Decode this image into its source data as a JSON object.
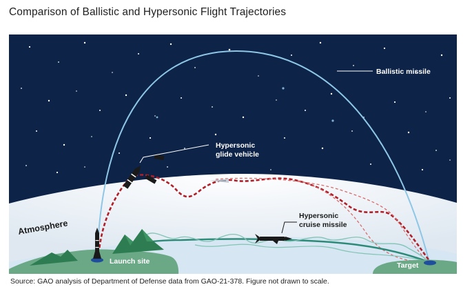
{
  "title": "Comparison of Ballistic and Hypersonic Flight Trajectories",
  "labels": {
    "ballistic_missile": "Ballistic missile",
    "hgv_line1": "Hypersonic",
    "hgv_line2": "glide vehicle",
    "hcm_line1": "Hypersonic",
    "hcm_line2": "cruise missile",
    "atmosphere": "Atmosphere",
    "launch_site": "Launch site",
    "target": "Target"
  },
  "source": "Source: GAO analysis of Department of Defense data from GAO-21-378. Figure not drawn to scale.",
  "colors": {
    "space": "#0d2347",
    "atmosphere": "#eef3f8",
    "ballistic_trajectory": "#8ec6e6",
    "glide_trajectory": "#b0202a",
    "cruise_trajectory": "#2c8a78",
    "land": "#6aa886",
    "mountain": "#2e7d52"
  }
}
